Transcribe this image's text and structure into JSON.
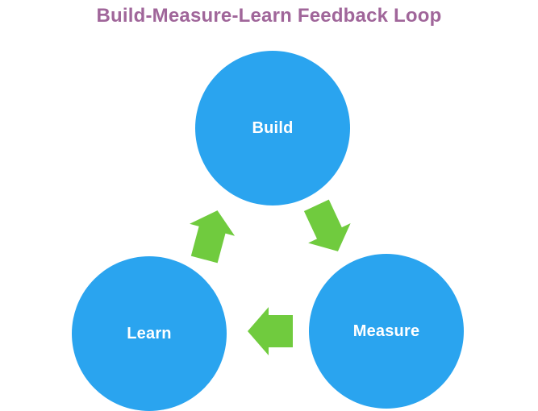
{
  "title": "Build-Measure-Learn Feedback Loop",
  "diagram_type": "cycle",
  "nodes": [
    {
      "id": "build",
      "label": "Build",
      "position": "top-center"
    },
    {
      "id": "measure",
      "label": "Measure",
      "position": "bottom-right"
    },
    {
      "id": "learn",
      "label": "Learn",
      "position": "bottom-left"
    }
  ],
  "arrows": [
    {
      "from": "build",
      "to": "measure",
      "direction": "down-right"
    },
    {
      "from": "measure",
      "to": "learn",
      "direction": "left"
    },
    {
      "from": "learn",
      "to": "build",
      "direction": "up-right"
    }
  ],
  "colors": {
    "background": "#ffffff",
    "title": "#a0669a",
    "circle_fill": "#2aa4ef",
    "circle_label": "#ffffff",
    "arrow_fill": "#70cb3e"
  }
}
